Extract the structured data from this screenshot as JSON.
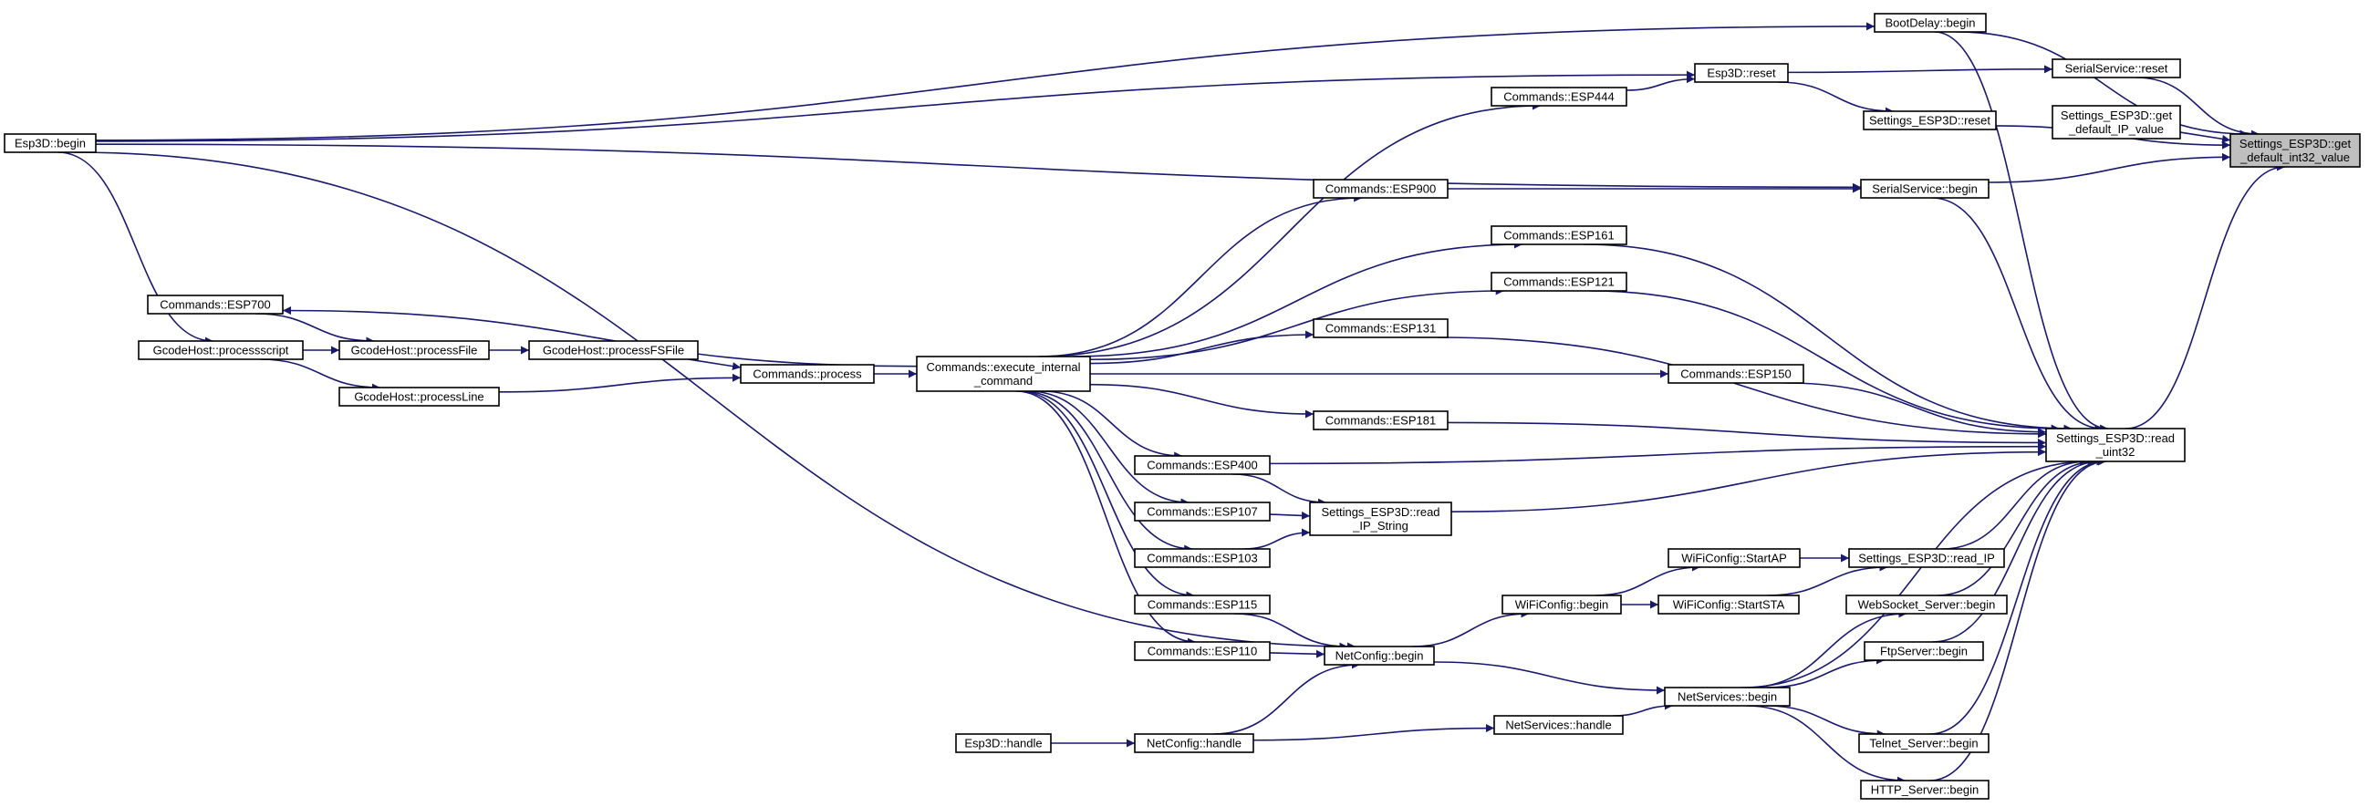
{
  "graph": {
    "title": "",
    "colors": {
      "edge": "#191970",
      "node_fill": "#ffffff",
      "root_fill": "#bfbfbf",
      "border": "#000000",
      "background": "#ffffff"
    },
    "root": "root",
    "nodes": [
      {
        "id": "root",
        "lines": [
          "Settings_ESP3D::get",
          "_default_int32_value"
        ]
      },
      {
        "id": "bootdelay_begin",
        "lines": [
          "BootDelay::begin"
        ]
      },
      {
        "id": "serialservice_reset",
        "lines": [
          "SerialService::reset"
        ]
      },
      {
        "id": "get_default_ip",
        "lines": [
          "Settings_ESP3D::get",
          "_default_IP_value"
        ]
      },
      {
        "id": "esp3d_reset",
        "lines": [
          "Esp3D::reset"
        ]
      },
      {
        "id": "settings_reset",
        "lines": [
          "Settings_ESP3D::reset"
        ]
      },
      {
        "id": "esp3d_begin",
        "lines": [
          "Esp3D::begin"
        ]
      },
      {
        "id": "esp444",
        "lines": [
          "Commands::ESP444"
        ]
      },
      {
        "id": "serialservice_begin",
        "lines": [
          "SerialService::begin"
        ]
      },
      {
        "id": "esp900",
        "lines": [
          "Commands::ESP900"
        ]
      },
      {
        "id": "esp161",
        "lines": [
          "Commands::ESP161"
        ]
      },
      {
        "id": "esp121",
        "lines": [
          "Commands::ESP121"
        ]
      },
      {
        "id": "esp700",
        "lines": [
          "Commands::ESP700"
        ]
      },
      {
        "id": "esp131",
        "lines": [
          "Commands::ESP131"
        ]
      },
      {
        "id": "processscript",
        "lines": [
          "GcodeHost::processscript"
        ]
      },
      {
        "id": "processfile",
        "lines": [
          "GcodeHost::processFile"
        ]
      },
      {
        "id": "processfsfile",
        "lines": [
          "GcodeHost::processFSFile"
        ]
      },
      {
        "id": "execute",
        "lines": [
          "Commands::execute_internal",
          "_command"
        ]
      },
      {
        "id": "process",
        "lines": [
          "Commands::process"
        ]
      },
      {
        "id": "esp150",
        "lines": [
          "Commands::ESP150"
        ]
      },
      {
        "id": "processline",
        "lines": [
          "GcodeHost::processLine"
        ]
      },
      {
        "id": "esp181",
        "lines": [
          "Commands::ESP181"
        ]
      },
      {
        "id": "read_uint32",
        "lines": [
          "Settings_ESP3D::read",
          "_uint32"
        ]
      },
      {
        "id": "esp400",
        "lines": [
          "Commands::ESP400"
        ]
      },
      {
        "id": "esp107",
        "lines": [
          "Commands::ESP107"
        ]
      },
      {
        "id": "read_ip_string",
        "lines": [
          "Settings_ESP3D::read",
          "_IP_String"
        ]
      },
      {
        "id": "esp103",
        "lines": [
          "Commands::ESP103"
        ]
      },
      {
        "id": "wifi_startap",
        "lines": [
          "WiFiConfig::StartAP"
        ]
      },
      {
        "id": "read_ip",
        "lines": [
          "Settings_ESP3D::read_IP"
        ]
      },
      {
        "id": "esp115",
        "lines": [
          "Commands::ESP115"
        ]
      },
      {
        "id": "wifi_begin",
        "lines": [
          "WiFiConfig::begin"
        ]
      },
      {
        "id": "wifi_startsta",
        "lines": [
          "WiFiConfig::StartSTA"
        ]
      },
      {
        "id": "websocket_begin",
        "lines": [
          "WebSocket_Server::begin"
        ]
      },
      {
        "id": "esp110",
        "lines": [
          "Commands::ESP110"
        ]
      },
      {
        "id": "netconfig_begin",
        "lines": [
          "NetConfig::begin"
        ]
      },
      {
        "id": "ftp_begin",
        "lines": [
          "FtpServer::begin"
        ]
      },
      {
        "id": "netservices_begin",
        "lines": [
          "NetServices::begin"
        ]
      },
      {
        "id": "netservices_handle",
        "lines": [
          "NetServices::handle"
        ]
      },
      {
        "id": "esp3d_handle",
        "lines": [
          "Esp3D::handle"
        ]
      },
      {
        "id": "netconfig_handle",
        "lines": [
          "NetConfig::handle"
        ]
      },
      {
        "id": "telnet_begin",
        "lines": [
          "Telnet_Server::begin"
        ]
      },
      {
        "id": "http_begin",
        "lines": [
          "HTTP_Server::begin"
        ]
      }
    ],
    "edges": [
      [
        "bootdelay_begin",
        "root"
      ],
      [
        "serialservice_reset",
        "root"
      ],
      [
        "get_default_ip",
        "root"
      ],
      [
        "settings_reset",
        "root"
      ],
      [
        "serialservice_begin",
        "root"
      ],
      [
        "read_uint32",
        "root"
      ],
      [
        "esp3d_begin",
        "bootdelay_begin"
      ],
      [
        "esp3d_begin",
        "esp3d_reset"
      ],
      [
        "esp3d_begin",
        "serialservice_begin"
      ],
      [
        "esp3d_begin",
        "processscript"
      ],
      [
        "esp3d_begin",
        "netconfig_begin"
      ],
      [
        "esp3d_reset",
        "serialservice_reset"
      ],
      [
        "esp3d_reset",
        "settings_reset"
      ],
      [
        "esp444",
        "esp3d_reset"
      ],
      [
        "esp900",
        "serialservice_begin"
      ],
      [
        "execute",
        "esp444"
      ],
      [
        "execute",
        "esp900"
      ],
      [
        "execute",
        "esp161"
      ],
      [
        "execute",
        "esp121"
      ],
      [
        "execute",
        "esp700"
      ],
      [
        "execute",
        "esp131"
      ],
      [
        "execute",
        "esp150"
      ],
      [
        "execute",
        "esp181"
      ],
      [
        "execute",
        "esp400"
      ],
      [
        "execute",
        "esp107"
      ],
      [
        "execute",
        "esp103"
      ],
      [
        "execute",
        "esp115"
      ],
      [
        "execute",
        "esp110"
      ],
      [
        "esp700",
        "processfile"
      ],
      [
        "processscript",
        "processfile"
      ],
      [
        "processscript",
        "processline"
      ],
      [
        "processfile",
        "processfsfile"
      ],
      [
        "processfsfile",
        "process"
      ],
      [
        "processline",
        "process"
      ],
      [
        "process",
        "execute"
      ],
      [
        "esp161",
        "read_uint32"
      ],
      [
        "esp121",
        "read_uint32"
      ],
      [
        "esp131",
        "read_uint32"
      ],
      [
        "esp150",
        "read_uint32"
      ],
      [
        "esp181",
        "read_uint32"
      ],
      [
        "esp400",
        "read_uint32"
      ],
      [
        "read_ip_string",
        "read_uint32"
      ],
      [
        "esp400",
        "read_ip_string"
      ],
      [
        "esp107",
        "read_ip_string"
      ],
      [
        "esp103",
        "read_ip_string"
      ],
      [
        "serialservice_begin",
        "read_uint32"
      ],
      [
        "bootdelay_begin",
        "read_uint32"
      ],
      [
        "read_ip",
        "read_uint32"
      ],
      [
        "websocket_begin",
        "read_uint32"
      ],
      [
        "ftp_begin",
        "read_uint32"
      ],
      [
        "netservices_begin",
        "read_uint32"
      ],
      [
        "telnet_begin",
        "read_uint32"
      ],
      [
        "http_begin",
        "read_uint32"
      ],
      [
        "wifi_startap",
        "read_ip"
      ],
      [
        "wifi_startsta",
        "read_ip"
      ],
      [
        "wifi_begin",
        "wifi_startap"
      ],
      [
        "wifi_begin",
        "wifi_startsta"
      ],
      [
        "netconfig_begin",
        "wifi_begin"
      ],
      [
        "netconfig_begin",
        "netservices_begin"
      ],
      [
        "esp115",
        "netconfig_begin"
      ],
      [
        "esp110",
        "netconfig_begin"
      ],
      [
        "netconfig_handle",
        "netconfig_begin"
      ],
      [
        "esp3d_handle",
        "netconfig_handle"
      ],
      [
        "netconfig_handle",
        "netservices_handle"
      ],
      [
        "netservices_handle",
        "netservices_begin"
      ],
      [
        "netservices_begin",
        "websocket_begin"
      ],
      [
        "netservices_begin",
        "ftp_begin"
      ],
      [
        "netservices_begin",
        "telnet_begin"
      ],
      [
        "netservices_begin",
        "http_begin"
      ]
    ]
  }
}
